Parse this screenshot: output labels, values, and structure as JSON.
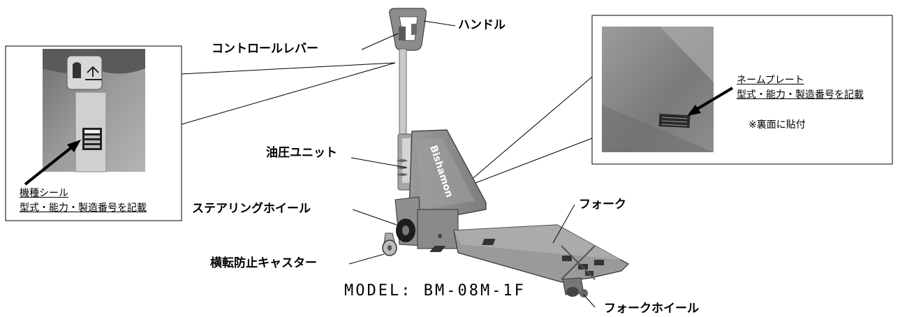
{
  "labels": {
    "control_lever": "コントロールレバー",
    "handle": "ハンドル",
    "hydraulic_unit": "油圧ユニット",
    "steering_wheel": "ステアリングホイール",
    "anti_tip_caster": "横転防止キャスター",
    "fork": "フォーク",
    "fork_wheel": "フォークホイール"
  },
  "model": "MODEL: BM-08M-1F",
  "brand_mark": "Bishamon",
  "left_inset": {
    "title": "機種シール",
    "description": "型式・能力・製造番号を記載"
  },
  "right_inset": {
    "title": "ネームプレート",
    "description": "型式・能力・製造番号を記載",
    "note": "※裏面に貼付"
  },
  "colors": {
    "body": "#8a8a8a",
    "body_dark": "#5e5e5e",
    "body_light": "#b8b8b8",
    "photo_bg": "#7a7a7a",
    "line": "#000000"
  }
}
